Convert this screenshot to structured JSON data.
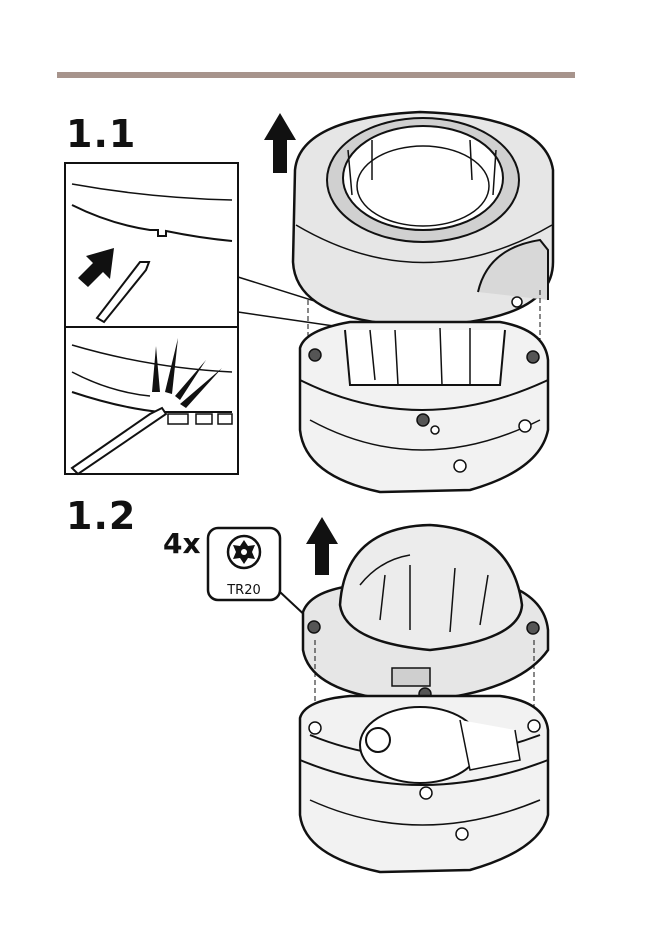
{
  "steps": [
    {
      "number": "1.1"
    },
    {
      "number": "1.2",
      "quantity": "4x",
      "tool": "TR20"
    }
  ],
  "icons": [
    "arrow-up-icon",
    "torx-bit-icon",
    "screwdriver-icon"
  ],
  "colors": {
    "rule": "#a7948c",
    "line": "#111111",
    "housing": "#e4e4e4",
    "dark": "#333333"
  }
}
